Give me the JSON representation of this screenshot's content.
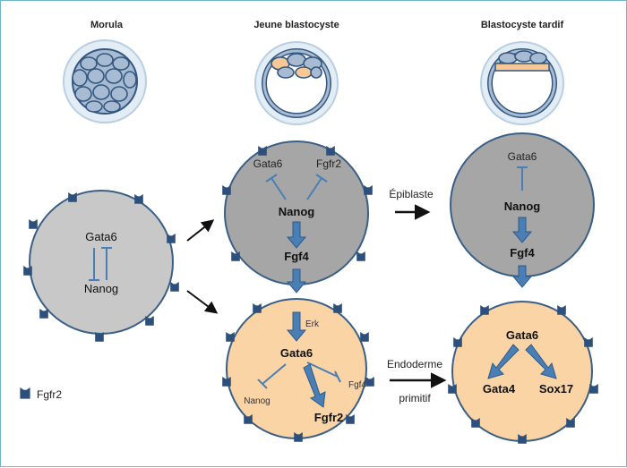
{
  "headers": {
    "morula": "Morula",
    "young": "Jeune blastocyste",
    "late": "Blastocyste tardif"
  },
  "cell_initial": {
    "top": "Gata6",
    "bottom": "Nanog"
  },
  "cell_epi_young": {
    "left": "Gata6",
    "right": "Fgfr2",
    "center": "Nanog",
    "bottom": "Fgf4"
  },
  "cell_pre_young": {
    "erk": "Erk",
    "center": "Gata6",
    "left": "Nanog",
    "right": "Fgf4",
    "bottom": "Fgfr2"
  },
  "cell_epi_late": {
    "top": "Gata6",
    "center": "Nanog",
    "bottom": "Fgf4"
  },
  "cell_pre_late": {
    "top": "Gata6",
    "left": "Gata4",
    "right": "Sox17"
  },
  "transitions": {
    "epiblast": "Épiblaste",
    "endo_1": "Endoderme",
    "endo_2": "primitif"
  },
  "legend": {
    "label": "Fgfr2"
  },
  "colors": {
    "grey_cell": "#c8c8c8",
    "dark_cell": "#a6a6a6",
    "peach_cell": "#fbd4a6",
    "outline": "#3a5f86",
    "arrow_blue": "#4a7fb5"
  }
}
